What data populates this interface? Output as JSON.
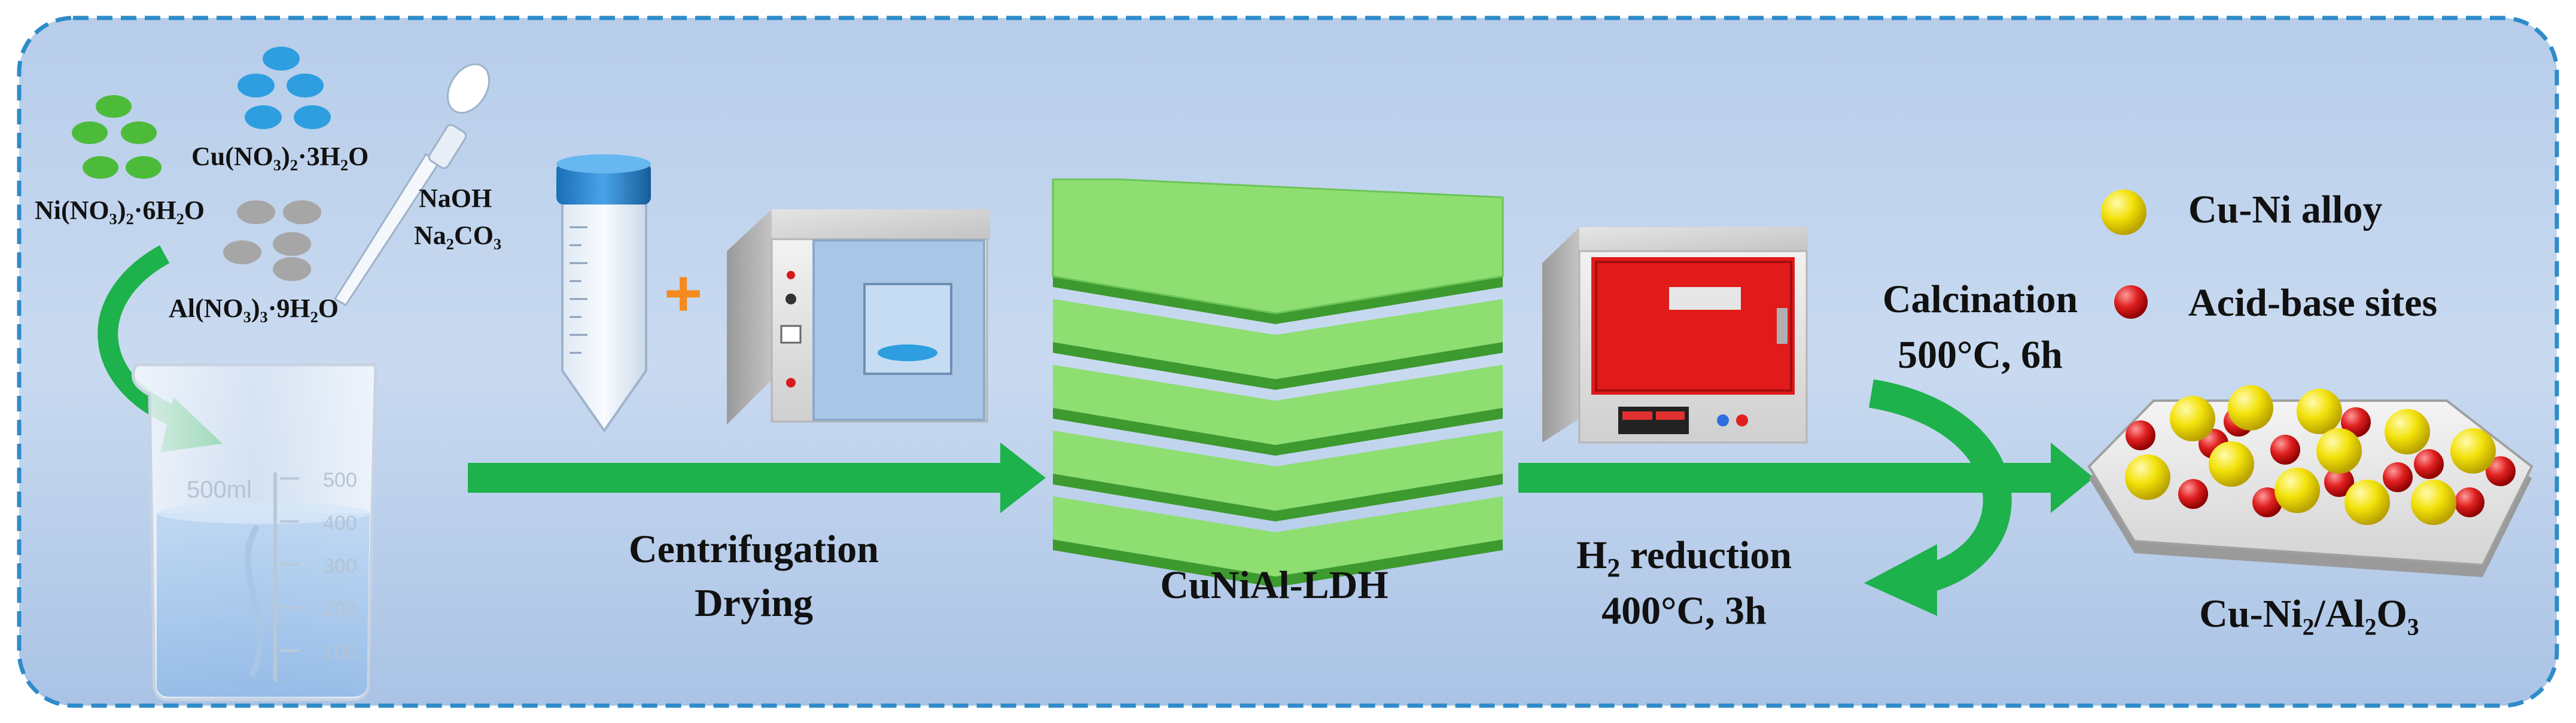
{
  "reagents": {
    "ni_label": "Ni(NO₃)₂·6H₂O",
    "cu_label": "Cu(NO₃)₂·3H₂O",
    "al_label": "Al(NO₃)₃·9H₂O",
    "naoh_label": "NaOH",
    "na2co3_label": "Na₂CO₃"
  },
  "beaker": {
    "volume_label": "500ml",
    "ticks": [
      "500",
      "400",
      "300",
      "200",
      "100"
    ]
  },
  "steps": {
    "plus_sign": "+",
    "centrifugation": "Centrifugation",
    "drying": "Drying",
    "ldh_label": "CuNiAl-LDH",
    "calcination": "Calcination",
    "calcination_conditions": "500°C, 6h",
    "h2_reduction_prefix": "H",
    "h2_reduction_sub": "2",
    "h2_reduction_suffix": " reduction",
    "reduction_conditions": "400°C, 3h",
    "product_label": "Cu-Ni₂/Al₂O₃"
  },
  "legend": {
    "alloy": "Cu-Ni alloy",
    "acid_base": "Acid-base sites"
  },
  "colors": {
    "background_top": "#d9e6f5",
    "background_bottom": "#a9c3e4",
    "border_dash": "#2e8bc9",
    "arrow_green": "#1db24b",
    "ldh_green": "#8ede72",
    "ldh_dark": "#3d9a2e",
    "ni_green": "#4dbb3a",
    "cu_blue": "#2e9ee0",
    "al_grey": "#a6a6a6",
    "alloy_yellow": "#f1e100",
    "site_red": "#d61b1b",
    "furnace_red": "#e11a1a",
    "plus_orange": "#f58a1f"
  }
}
